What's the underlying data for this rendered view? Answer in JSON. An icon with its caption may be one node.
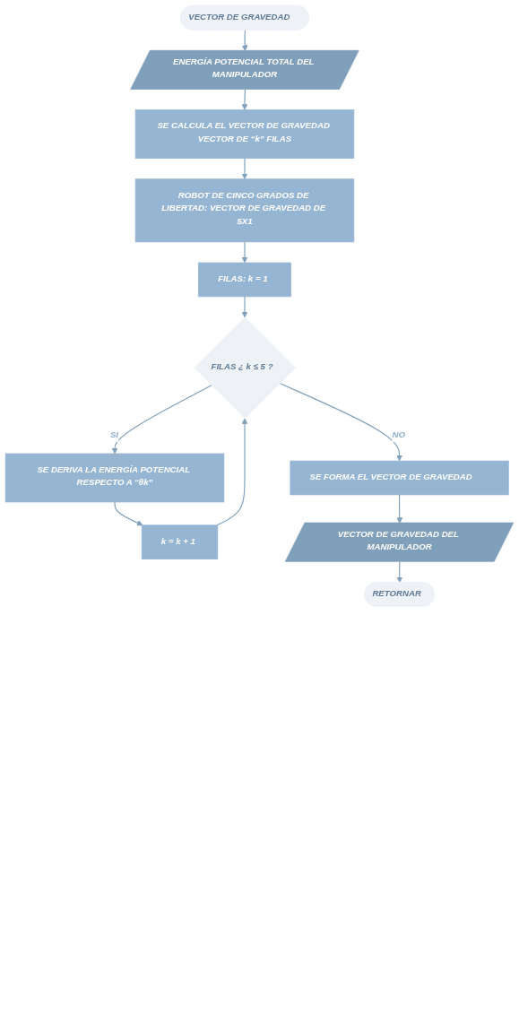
{
  "diagram": {
    "nodes": [
      {
        "text": [
          "VECTOR DE GRAVEDAD"
        ]
      },
      {
        "text": [
          "ENERGÍA POTENCIAL TOTAL DEL MANIPULADOR"
        ]
      },
      {
        "text": [
          "SE CALCULA EL VECTOR DE GRAVEDAD VECTOR DE “k” FILAS"
        ]
      },
      {
        "text": [
          "ROBOT DE CINCO GRADOS DE LIBERTAD: VECTOR DE GRAVEDAD DE 5X1"
        ]
      },
      {
        "text": [
          "FILAS:  k = 1"
        ]
      },
      {
        "text": [
          "FILAS ¿ k ≤ 5 ?"
        ]
      },
      {
        "text": [
          "SE DERIVA LA ENERGÍA POTENCIAL RESPECTO A “θk”"
        ]
      },
      {
        "text": [
          "k = k + 1"
        ]
      },
      {
        "text": [
          "SE FORMA EL VECTOR DE GRAVEDAD"
        ]
      },
      {
        "text": [
          "VECTOR DE GRAVEDAD DEL MANIPULADOR"
        ]
      },
      {
        "text": [
          "RETORNAR"
        ]
      }
    ],
    "edges": [
      {
        "from": 0,
        "to": 1,
        "arrow": "to"
      },
      {
        "from": 1,
        "to": 2,
        "arrow": "to"
      },
      {
        "from": 2,
        "to": 3,
        "arrow": "to"
      },
      {
        "from": 3,
        "to": 4,
        "arrow": "to"
      },
      {
        "from": 4,
        "to": 5,
        "arrow": "to"
      },
      {
        "from": 5,
        "to": 6,
        "label": "SI",
        "arrow": "to"
      },
      {
        "from": 6,
        "to": 7,
        "arrow": "to"
      },
      {
        "from": 7,
        "to": 5,
        "arrow": "to"
      },
      {
        "from": 5,
        "to": 8,
        "label": "NO",
        "arrow": "to"
      },
      {
        "from": 8,
        "to": 9,
        "arrow": "to"
      },
      {
        "from": 9,
        "to": 10,
        "arrow": "to"
      }
    ]
  }
}
